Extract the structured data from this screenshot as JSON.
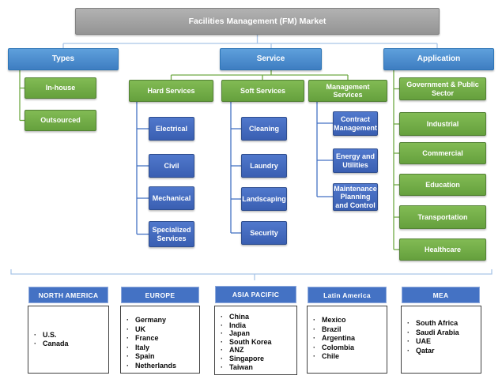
{
  "root": {
    "label": "Facilities  Management (FM) Market"
  },
  "tree": {
    "types": {
      "label": "Types",
      "children": [
        "In-house",
        "Outsourced"
      ]
    },
    "service": {
      "label": "Service",
      "groups": [
        {
          "label": "Hard Services",
          "children": [
            "Electrical",
            "Civil",
            "Mechanical",
            "Specialized Services"
          ]
        },
        {
          "label": "Soft Services",
          "children": [
            "Cleaning",
            "Laundry",
            "Landscaping",
            "Security"
          ]
        },
        {
          "label": "Management Services",
          "children": [
            "Contract Management",
            "Energy and Utilities",
            "Maintenance Planning and Control"
          ]
        }
      ]
    },
    "application": {
      "label": "Application",
      "children": [
        "Government &  Public Sector",
        "Industrial",
        "Commercial",
        "Education",
        "Transportation",
        "Healthcare"
      ]
    }
  },
  "regions": [
    {
      "name": "NORTH AMERICA",
      "countries": [
        "U.S.",
        "Canada"
      ]
    },
    {
      "name": "EUROPE",
      "countries": [
        "Germany",
        "UK",
        "France",
        "Italy",
        "Spain",
        "Netherlands"
      ]
    },
    {
      "name": "ASIA PACIFIC",
      "countries": [
        "China",
        "India",
        "Japan",
        "South Korea",
        "ANZ",
        "Singapore",
        "Taiwan"
      ]
    },
    {
      "name": "Latin America",
      "countries": [
        "Mexico",
        "Brazil",
        "Argentina",
        "Colombia",
        "Chile"
      ]
    },
    {
      "name": "MEA",
      "countries": [
        "South Africa",
        "Saudi Arabia",
        "UAE",
        "Qatar"
      ]
    }
  ],
  "colors": {
    "wire_light_blue": "#A9C5E8",
    "wire_green": "#6FA944",
    "wire_blue": "#4472C4",
    "gray_top": "#B2B2B2",
    "gray_bottom": "#949494",
    "gray_border": "#828282",
    "blue_top": "#5EA0DC",
    "blue_bottom": "#3E7DC1",
    "blue_border": "#2E75B6",
    "green_top": "#82BB54",
    "green_bottom": "#65A03D",
    "green_border": "#538135",
    "smallblue_top": "#5078CC",
    "smallblue_bottom": "#3A5FB2",
    "smallblue_border": "#2F4E8F",
    "region_header_fill": "#4472C4",
    "region_header_border": "#8FAADC",
    "region_body_border": "#404040"
  }
}
